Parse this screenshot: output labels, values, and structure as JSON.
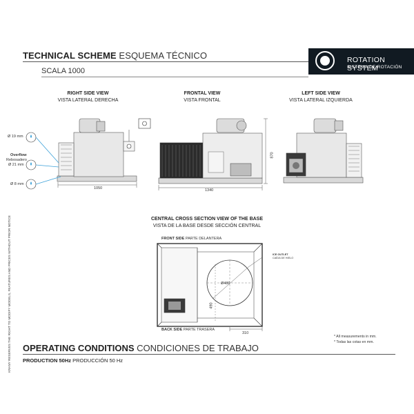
{
  "header": {
    "title_bold": "TECHNICAL SCHEME",
    "title_light": "ESQUEMA TÉCNICO",
    "model": "SCALA 1000"
  },
  "badge": {
    "line1": "ROTATION SYSTEM",
    "line2": "SISTEMA DE ROTACIÓN"
  },
  "views": {
    "right": {
      "title": "RIGHT SIDE VIEW",
      "subtitle": "VISTA LATERAL DERECHA",
      "width": "1050"
    },
    "front": {
      "title": "FRONTAL VIEW",
      "subtitle": "VISTA FRONTAL",
      "width": "1340",
      "height": "870"
    },
    "left": {
      "title": "LEFT SIDE VIEW",
      "subtitle": "VISTA LATERAL IZQUIERDA"
    },
    "base": {
      "title": "CENTRAL CROSS SECTION VIEW OF THE BASE",
      "subtitle": "VISTA DE LA BASE DESDE SECCIÓN CENTRAL",
      "front_bold": "FRONT SIDE",
      "front_light": "PARTE DELANTERA",
      "back_bold": "BACK SIDE",
      "back_light": "PARTE TRASERA",
      "outlet_en": "ICE OUTLET",
      "outlet_es": "CAÍDA DE HIELO",
      "diameter": "Ø480",
      "depth": "490",
      "offset": "310"
    }
  },
  "callouts": {
    "inlet": "Ø 19 mm",
    "overflow_en": "Overflow",
    "overflow_es": "Rebosadero",
    "overflow_size": "Ø 21 mm",
    "drain": "Ø 8 mm"
  },
  "side_note": "KRANY RESERVES THE RIGHT TO MODIFY MODELS, FEATURES AND PRICES WITHOUT PRIOR NOTICE",
  "notes": {
    "line1": "* All measurements in mm.",
    "line2": "* Todas las cotas en mm."
  },
  "operating": {
    "title_bold": "OPERATING CONDITIONS",
    "title_light": "CONDICIONES DE TRABAJO",
    "prod_bold": "PRODUCTION 50Hz",
    "prod_light": "PRODUCCIÓN 50 Hz"
  },
  "colors": {
    "badge_bg": "#111a22",
    "line": "#555555",
    "callout_blue": "#3aa0d8"
  }
}
